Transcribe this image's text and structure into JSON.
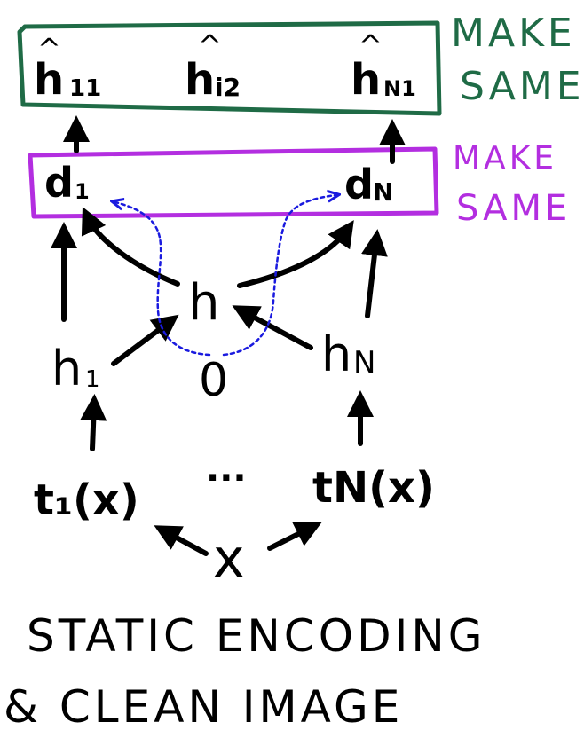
{
  "colors": {
    "ink": "#000000",
    "green": "#1f6b46",
    "purple": "#b32ee0",
    "blue": "#1a1adf"
  },
  "top_box": {
    "items": [
      {
        "hat": "^",
        "base": "h",
        "sub": "11"
      },
      {
        "hat": "^",
        "base": "h",
        "sub": "i2"
      },
      {
        "hat": "^",
        "base": "h",
        "sub": "N1"
      }
    ],
    "label_line1": "MAKE",
    "label_line2": "SAME"
  },
  "mid_box": {
    "items": [
      {
        "base": "d",
        "sub": "1"
      },
      {
        "base": "d",
        "sub": "N"
      }
    ],
    "label_line1": "MAKE",
    "label_line2": "SAME"
  },
  "nodes": {
    "h": "h",
    "h1_base": "h",
    "h1_sub": "1",
    "hN_base": "h",
    "hN_sub": "N",
    "theta": "0",
    "t1": "t₁(x)",
    "ellipsis": "···",
    "tN": "tN(x)",
    "x": "x"
  },
  "footer": {
    "line1": "STATIC ENCODING",
    "line2": "& CLEAN IMAGE"
  }
}
